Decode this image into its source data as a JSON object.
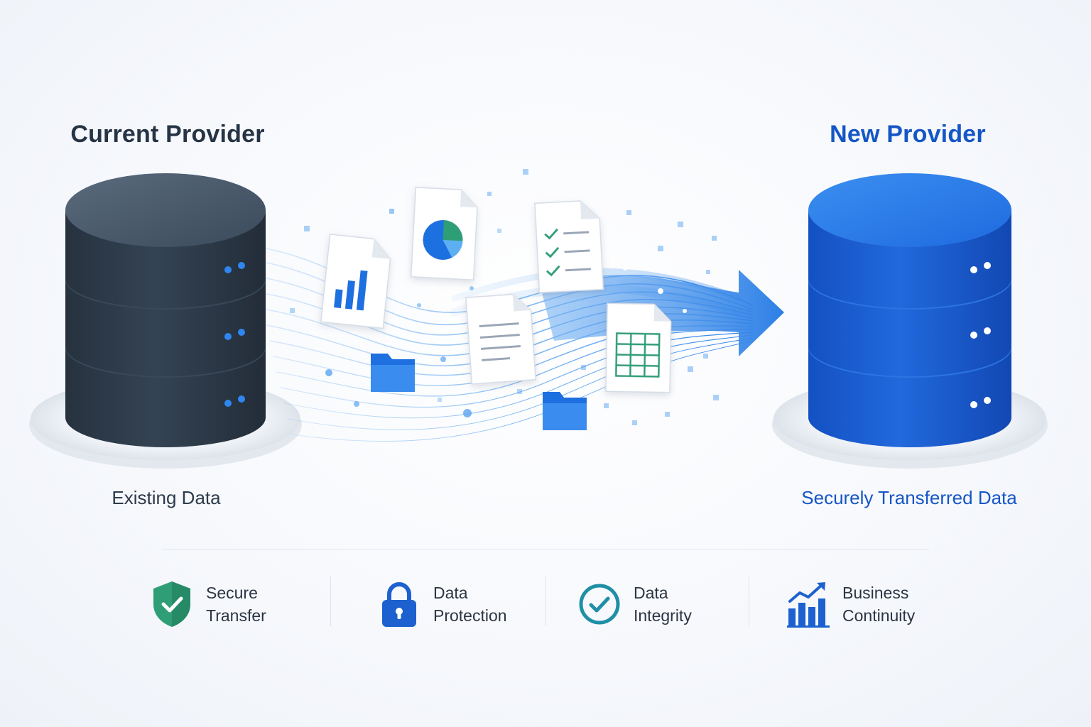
{
  "source": {
    "title": "Current Provider",
    "caption": "Existing Data"
  },
  "destination": {
    "title": "New Provider",
    "caption": "Securely Transferred Data"
  },
  "features": [
    {
      "line1": "Secure",
      "line2": "Transfer",
      "icon": "shield-check-icon",
      "color": "#2f9e77"
    },
    {
      "line1": "Data",
      "line2": "Protection",
      "icon": "lock-icon",
      "color": "#1c61cf"
    },
    {
      "line1": "Data",
      "line2": "Integrity",
      "icon": "check-circle-icon",
      "color": "#1f8fa6"
    },
    {
      "line1": "Business",
      "line2": "Continuity",
      "icon": "growth-chart-icon",
      "color": "#1c61cf"
    }
  ],
  "colors": {
    "source_db": "#2f3d4d",
    "destination_db": "#1b63d6",
    "flow": "#3b8fe8",
    "accent_green": "#2f9e77"
  }
}
